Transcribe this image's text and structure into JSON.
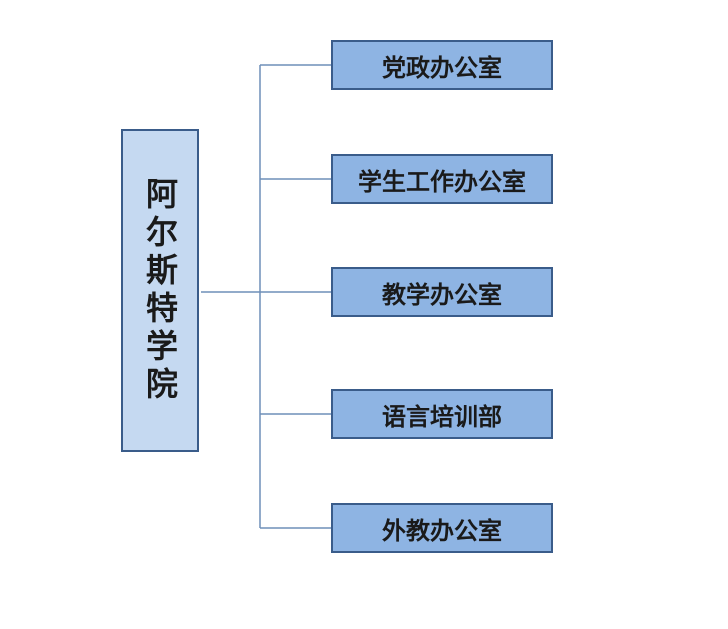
{
  "diagram": {
    "type": "org-chart",
    "root": {
      "label": "阿尔斯特学院"
    },
    "children": [
      {
        "label": "党政办公室"
      },
      {
        "label": "学生工作办公室"
      },
      {
        "label": "教学办公室"
      },
      {
        "label": "语言培训部"
      },
      {
        "label": "外教办公室"
      }
    ],
    "colors": {
      "root_fill": "#c5d9f1",
      "child_fill": "#8eb4e3",
      "border": "#3a5c8a",
      "connector": "#6f8fb8"
    }
  }
}
